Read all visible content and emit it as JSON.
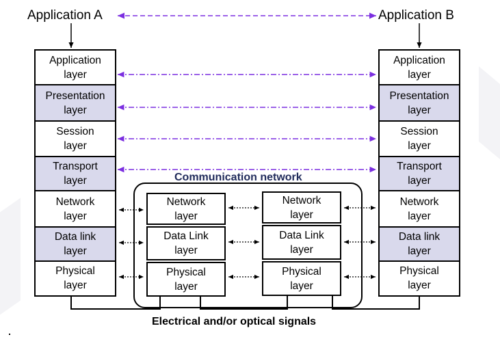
{
  "apps": {
    "left": "Application A",
    "right": "Application B"
  },
  "layers": [
    {
      "label": "Application\nlayer",
      "shaded": false
    },
    {
      "label": "Presentation\nlayer",
      "shaded": true
    },
    {
      "label": "Session\nlayer",
      "shaded": false
    },
    {
      "label": "Transport\nlayer",
      "shaded": true
    },
    {
      "label": "Network\nlayer",
      "shaded": false
    },
    {
      "label": "Data link\nlayer",
      "shaded": true
    },
    {
      "label": "Physical\nlayer",
      "shaded": false
    }
  ],
  "network": {
    "title": "Communication network",
    "node_a": [
      "Network\nlayer",
      "Data Link\nlayer",
      "Physical\nlayer"
    ],
    "node_b": [
      "Network\nlayer",
      "Data Link\nlayer",
      "Physical\nlayer"
    ]
  },
  "signals_label": "Electrical and/or optical signals",
  "colors": {
    "peer_arrow": "#7b2ee0",
    "shaded_layer": "#d9d9ec",
    "network_title": "#1f2a5a"
  }
}
